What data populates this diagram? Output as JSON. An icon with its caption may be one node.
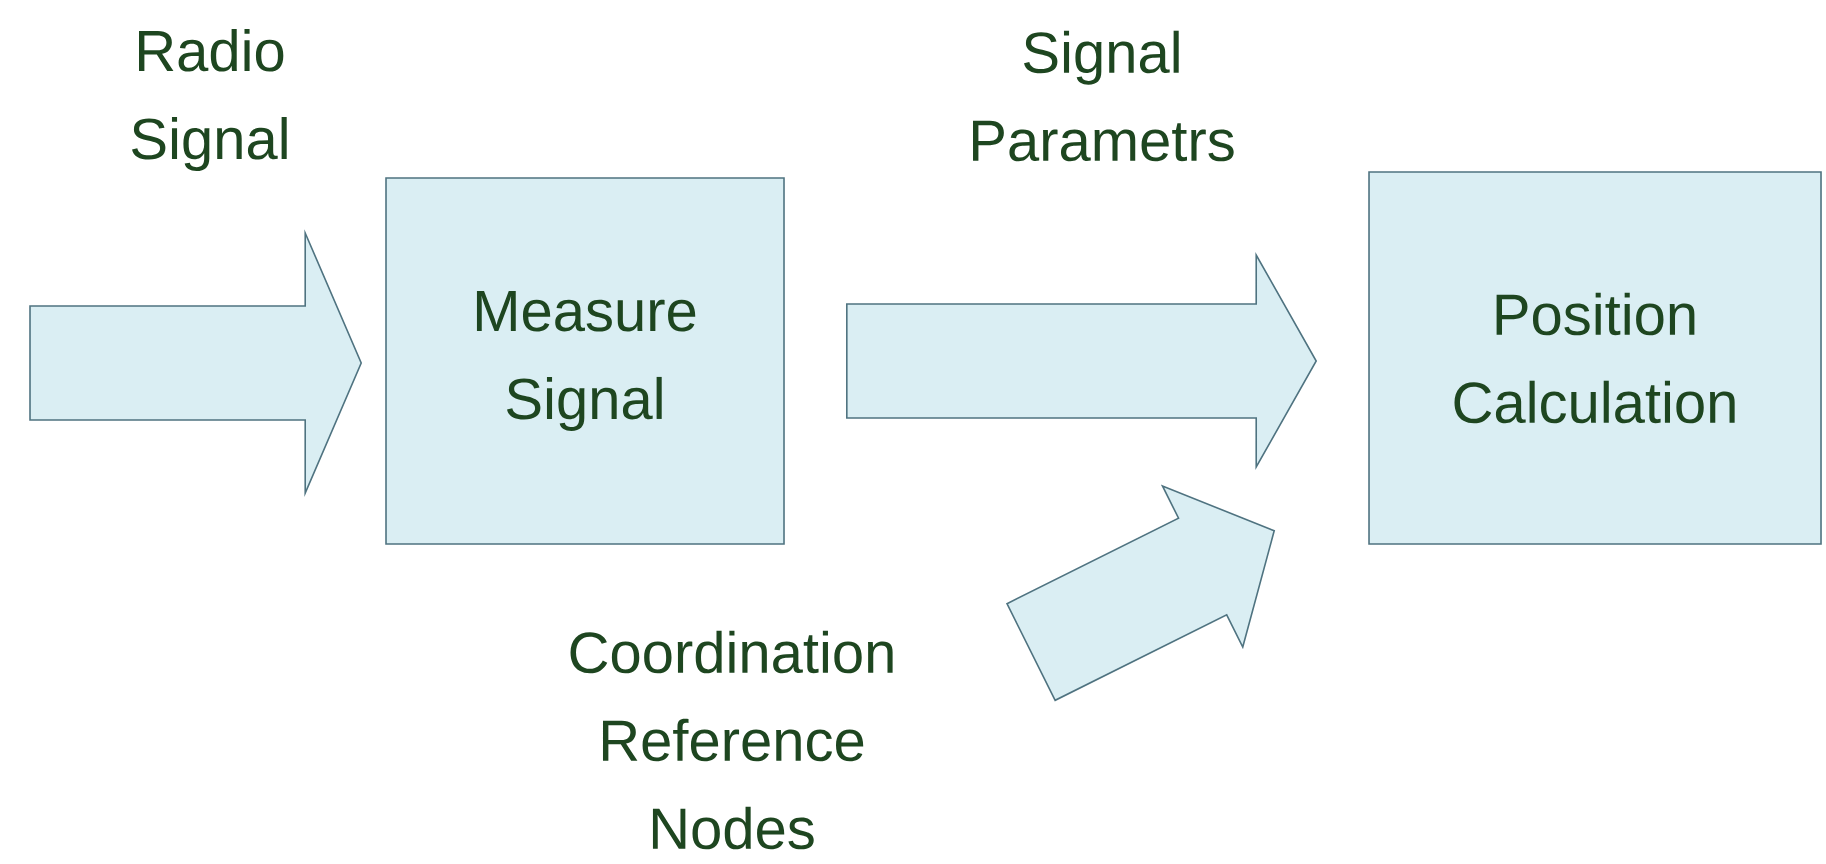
{
  "diagram": {
    "nodes": [
      {
        "text": [
          "Measure Signal"
        ]
      },
      {
        "text": [
          "Position Calculation"
        ]
      },
      {
        "text": [
          "Coordination Reference Nodes"
        ]
      }
    ],
    "edges": [
      {
        "from": null,
        "to": 0,
        "arrow": "to",
        "label": "Radio Signal"
      },
      {
        "from": 0,
        "to": 1,
        "arrow": "to",
        "label": "Signal Parametrs"
      },
      {
        "from": 2,
        "to": 1,
        "arrow": "to"
      }
    ]
  }
}
